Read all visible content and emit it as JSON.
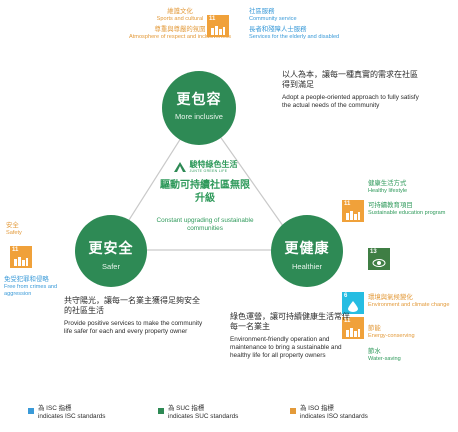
{
  "top_left": {
    "zh1": "維護文化",
    "en1": "Sports and cultural",
    "zh2": "尊重與尊嚴的氛圍",
    "en2": "Atmosphere of respect and inclusiveness"
  },
  "top_right": {
    "zh1": "社區服務",
    "en1": "Community service",
    "zh2": "長者和殘障人士服務",
    "en2": "Services for the elderly and disabled"
  },
  "more_inclusive": {
    "zh": "更包容",
    "en": "More inclusive",
    "desc_zh": "以人為本，讓每一種真實的需求在社區得到滿足",
    "desc_en": "Adopt a people-oriented approach to fully satisfy the actual needs of the community"
  },
  "center": {
    "logo_zh": "駿特綠色生活",
    "logo_en": "JUNTE GREEN LIFE",
    "title_zh": "驅動可持續社區無限升級",
    "subtitle_en": "Constant upgrading of sustainable communities"
  },
  "safer": {
    "zh": "更安全",
    "en": "Safer",
    "desc_zh": "共守陽光，讓每一名業主獲得足夠安全的社區生活",
    "desc_en": "Provide positive services to make the community life safer for each and every property owner"
  },
  "healthier": {
    "zh": "更健康",
    "en": "Healthier",
    "desc_zh": "綠色運營，讓可持續健康生活常伴每一名業主",
    "desc_en": "Environment-friendly operation and maintenance to bring a sustainable and healthy life for all property owners"
  },
  "left_side": {
    "safety_zh": "安全",
    "safety_en": "Safety",
    "crime_zh": "免受犯罪和侵略",
    "crime_en": "Free from crimes and aggression"
  },
  "right_side": {
    "healthy_zh": "健康生活方式",
    "healthy_en": "Healthy lifestyle",
    "edu_zh": "可持續教育項目",
    "edu_en": "Sustainable education program",
    "env_zh": "環境與氣候變化",
    "env_en": "Environment and climate change",
    "energy_zh": "節能",
    "energy_en": "Energy-conserving",
    "water_zh": "節水",
    "water_en": "Water-saving"
  },
  "sdg_labels": {
    "n11a": "11",
    "n11b": "11",
    "n11c": "11",
    "n11d": "11",
    "n13": "13",
    "n6": "6"
  },
  "legend": {
    "isc_zh": "為 ISC 指標",
    "isc_en": "indicates ISC standards",
    "suc_zh": "為 SUC 指標",
    "suc_en": "indicates SUC standards",
    "iso_zh": "為 ISO 指標",
    "iso_en": "indicates ISO standards"
  },
  "colors": {
    "green": "#2e8a55",
    "orange": "#e39a3a",
    "blue": "#3a9ad8",
    "sdg11": "#f0a13a",
    "sdg13": "#3f7e44",
    "sdg6": "#26bde2"
  }
}
